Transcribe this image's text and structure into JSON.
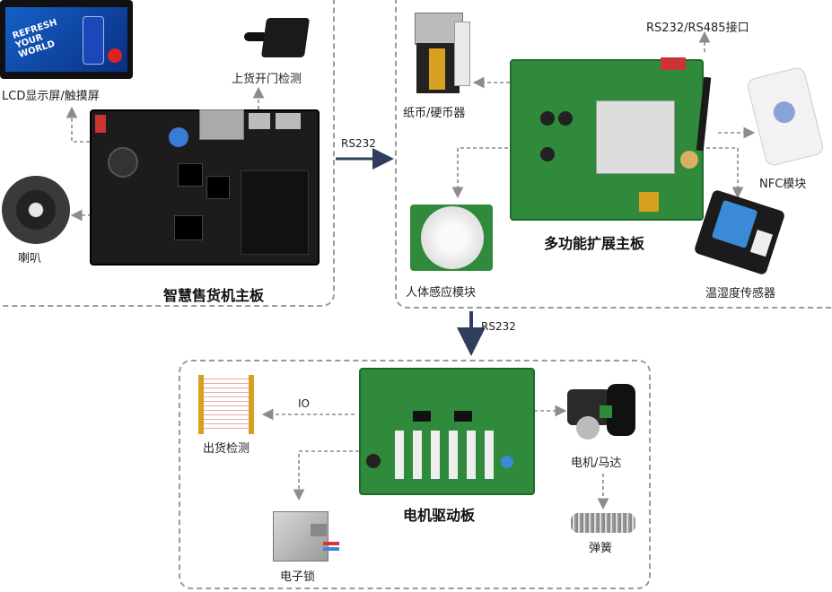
{
  "labels": {
    "lcd": "LCD显示屏/触摸屏",
    "door_sensor": "上货开门检测",
    "speaker": "喇叭",
    "main_board": "智慧售货机主板",
    "coin": "纸币/硬币器",
    "rs232_rs485": "RS232/RS485接口",
    "nfc": "NFC模块",
    "pir": "人体感应模块",
    "expansion_board": "多功能扩展主板",
    "temp_sensor": "温湿度传感器",
    "rs232_a": "RS232",
    "rs232_b": "RS232",
    "io": "IO",
    "delivery_detect": "出货检测",
    "motor_board": "电机驱动板",
    "motor": "电机/马达",
    "spring": "弹簧",
    "lock": "电子锁"
  },
  "screen": {
    "ad_text": "REFRESH YOUR WORLD"
  },
  "colors": {
    "dash": "#9a9a9a",
    "arrow_main": "#2f3e5c",
    "arrow_dash": "#8c8c8c",
    "pcb_green": "#2f8a3c",
    "pcb_black": "#1c1c1c"
  }
}
